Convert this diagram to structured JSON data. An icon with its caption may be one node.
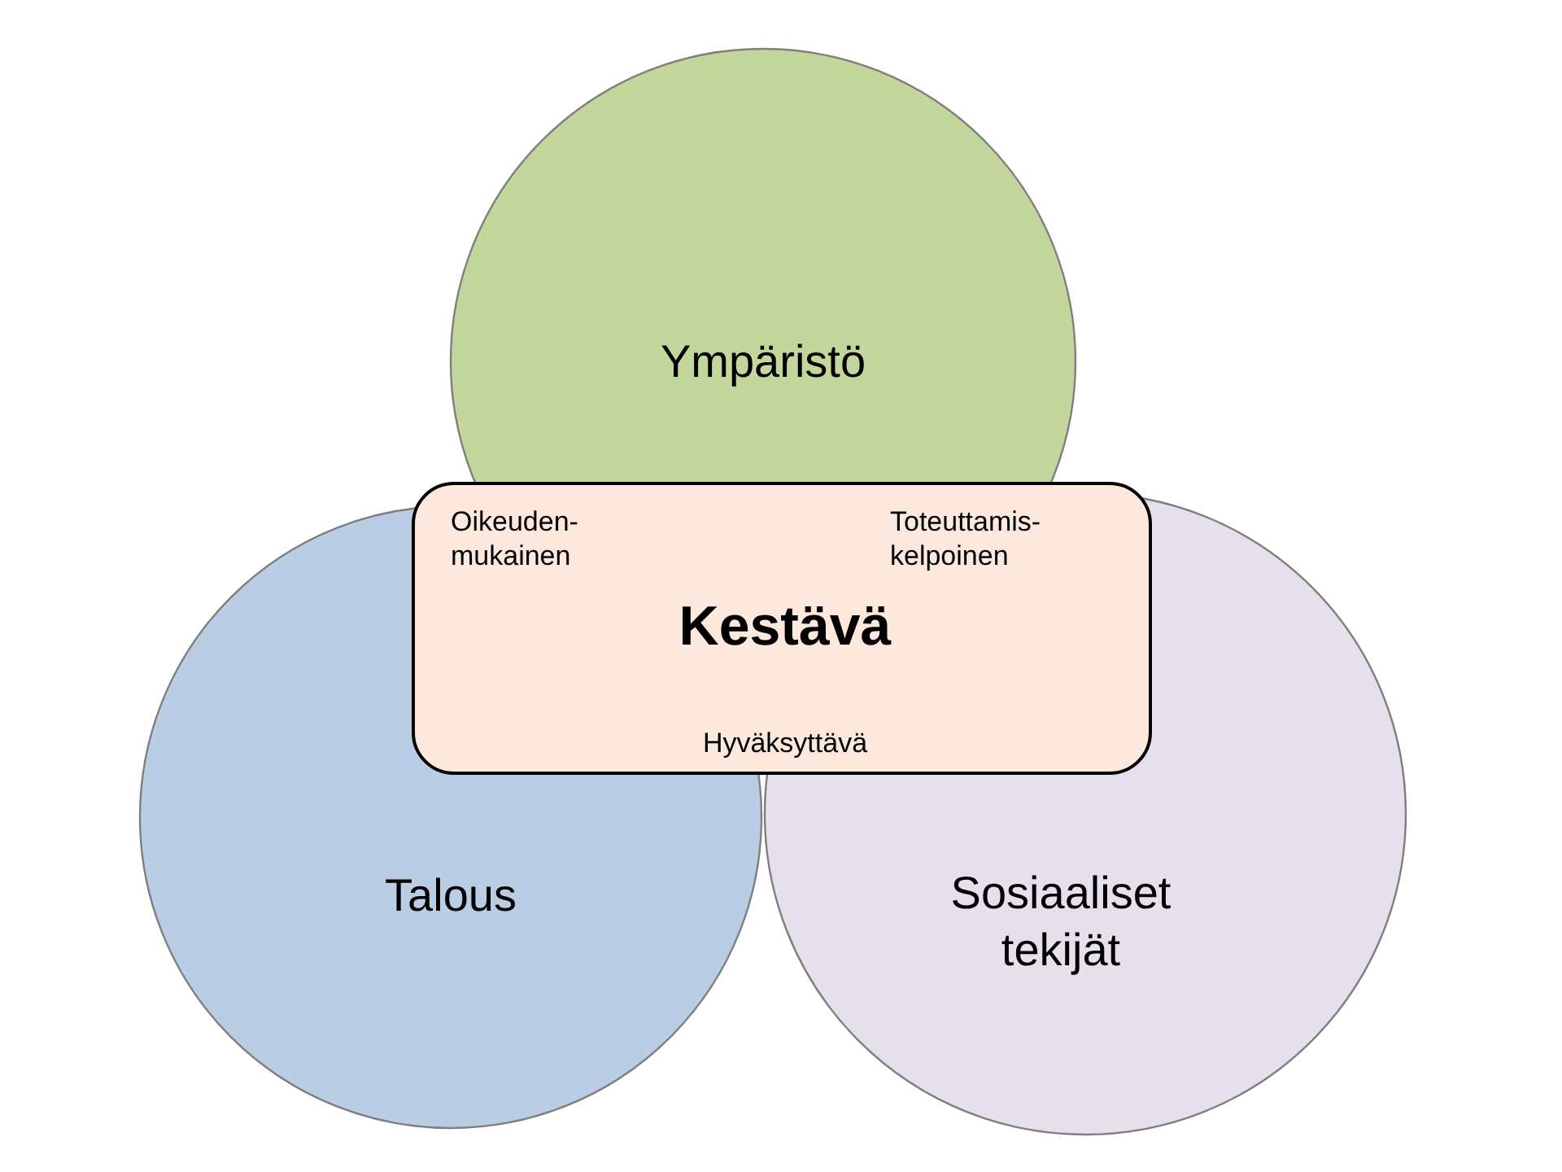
{
  "diagram": {
    "nodes": [
      {
        "text": [
          "Ympäristö"
        ]
      },
      {
        "text": [
          "Talous"
        ]
      },
      {
        "text": [
          "Sosiaaliset tekijät"
        ]
      },
      {
        "text": [
          "Oikeuden-mukainen",
          "Toteuttamis-kelpoinen",
          "Kestävä",
          "Hyväksyttävä"
        ]
      }
    ]
  }
}
